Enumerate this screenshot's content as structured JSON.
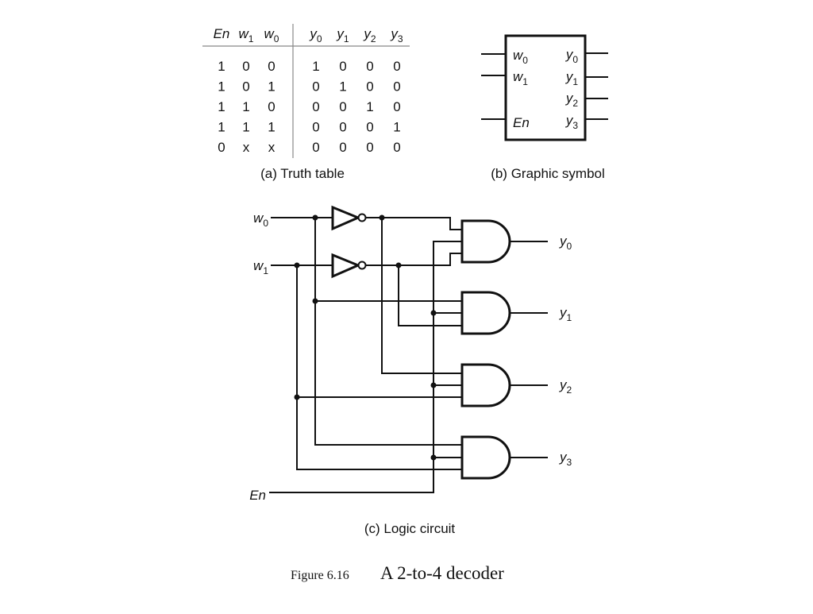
{
  "truth_table": {
    "columns": [
      {
        "base": "En",
        "sub": ""
      },
      {
        "base": "w",
        "sub": "1"
      },
      {
        "base": "w",
        "sub": "0"
      },
      {
        "base": "y",
        "sub": "0"
      },
      {
        "base": "y",
        "sub": "1"
      },
      {
        "base": "y",
        "sub": "2"
      },
      {
        "base": "y",
        "sub": "3"
      }
    ],
    "rows": [
      [
        "1",
        "0",
        "0",
        "1",
        "0",
        "0",
        "0"
      ],
      [
        "1",
        "0",
        "1",
        "0",
        "1",
        "0",
        "0"
      ],
      [
        "1",
        "1",
        "0",
        "0",
        "0",
        "1",
        "0"
      ],
      [
        "1",
        "1",
        "1",
        "0",
        "0",
        "0",
        "1"
      ],
      [
        "0",
        "x",
        "x",
        "0",
        "0",
        "0",
        "0"
      ]
    ],
    "caption": "(a) Truth table"
  },
  "graphic_symbol": {
    "inputs": [
      {
        "base": "w",
        "sub": "0"
      },
      {
        "base": "w",
        "sub": "1"
      },
      {
        "base": "En",
        "sub": ""
      }
    ],
    "outputs": [
      {
        "base": "y",
        "sub": "0"
      },
      {
        "base": "y",
        "sub": "1"
      },
      {
        "base": "y",
        "sub": "2"
      },
      {
        "base": "y",
        "sub": "3"
      }
    ],
    "caption": "(b) Graphic symbol"
  },
  "logic_circuit": {
    "inputs": [
      {
        "base": "w",
        "sub": "0"
      },
      {
        "base": "w",
        "sub": "1"
      },
      {
        "base": "En",
        "sub": ""
      }
    ],
    "outputs": [
      {
        "base": "y",
        "sub": "0"
      },
      {
        "base": "y",
        "sub": "1"
      },
      {
        "base": "y",
        "sub": "2"
      },
      {
        "base": "y",
        "sub": "3"
      }
    ],
    "caption": "(c) Logic circuit"
  },
  "figure": {
    "number": "Figure 6.16",
    "title": "A 2-to-4 decoder"
  }
}
